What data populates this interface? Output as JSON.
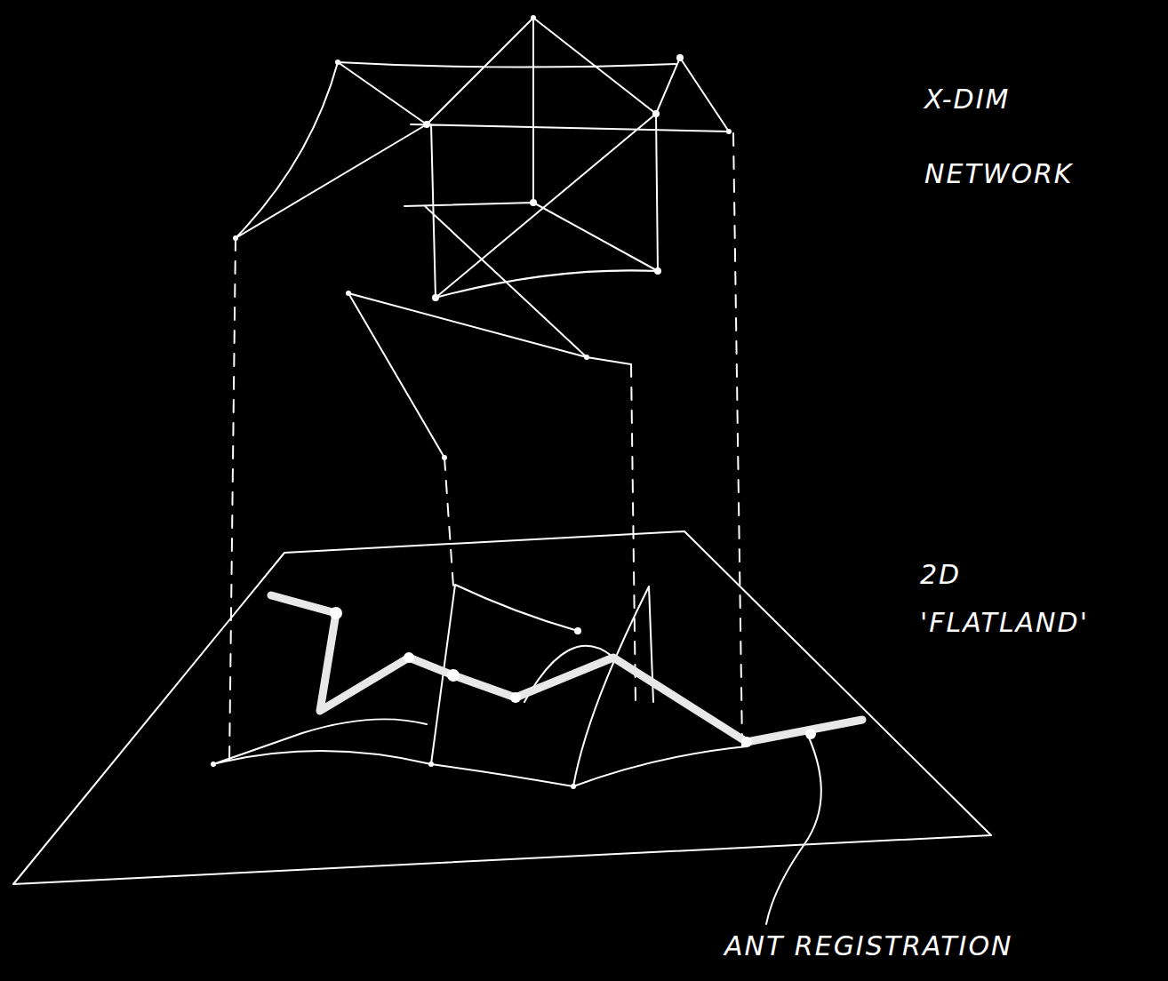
{
  "diagram": {
    "labels": [
      "X-DIM NETWORK",
      "2D 'FLATLAND'",
      "ANT REGISTRATION"
    ]
  }
}
